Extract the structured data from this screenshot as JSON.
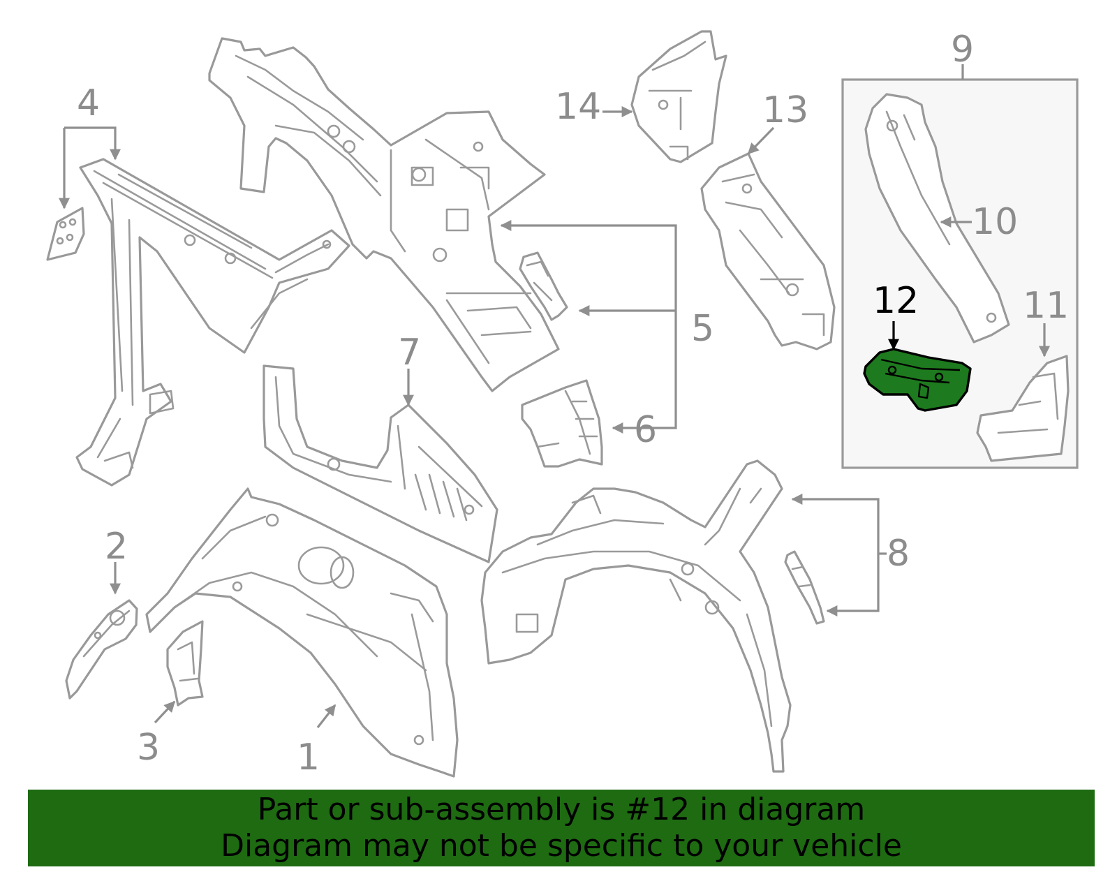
{
  "diagram": {
    "callouts": [
      {
        "id": "1",
        "label": "1"
      },
      {
        "id": "2",
        "label": "2"
      },
      {
        "id": "3",
        "label": "3"
      },
      {
        "id": "4",
        "label": "4"
      },
      {
        "id": "5",
        "label": "5"
      },
      {
        "id": "6",
        "label": "6"
      },
      {
        "id": "7",
        "label": "7"
      },
      {
        "id": "8",
        "label": "8"
      },
      {
        "id": "9",
        "label": "9"
      },
      {
        "id": "10",
        "label": "10"
      },
      {
        "id": "11",
        "label": "11"
      },
      {
        "id": "12",
        "label": "12"
      },
      {
        "id": "13",
        "label": "13"
      },
      {
        "id": "14",
        "label": "14"
      }
    ],
    "highlighted_part": "12",
    "colors": {
      "line_art": "#999999",
      "highlight_fill": "#1e7a1e",
      "highlight_outline": "#000000",
      "banner_background": "#1e6b12",
      "group_box_background": "#f7f7f7"
    }
  },
  "banner": {
    "line1": "Part or sub-assembly is #12 in diagram",
    "line2": "Diagram may not be specific to your vehicle"
  }
}
